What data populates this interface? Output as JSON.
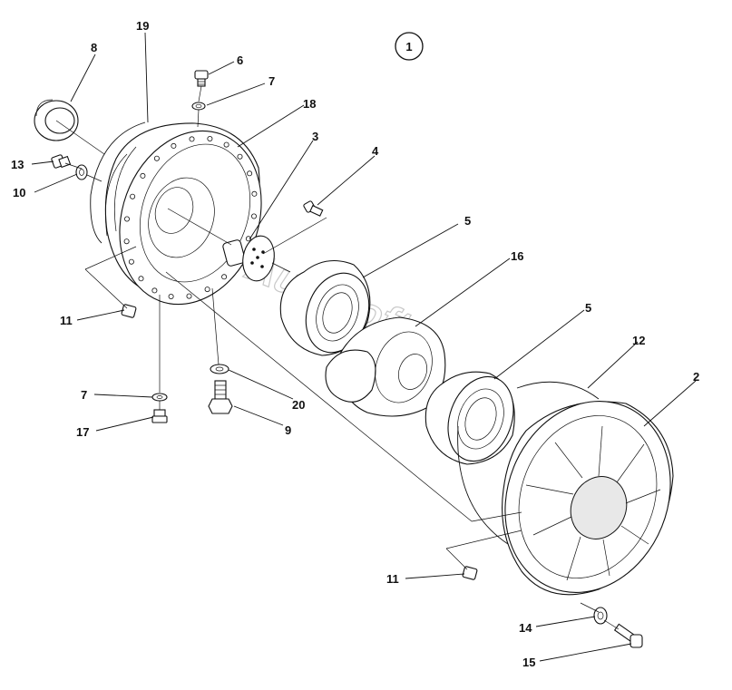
{
  "diagram": {
    "group_number": "1",
    "watermark": "Autosoft",
    "callouts": [
      {
        "id": "c19",
        "text": "19"
      },
      {
        "id": "c8",
        "text": "8"
      },
      {
        "id": "c6",
        "text": "6"
      },
      {
        "id": "c7a",
        "text": "7"
      },
      {
        "id": "c18",
        "text": "18"
      },
      {
        "id": "c3",
        "text": "3"
      },
      {
        "id": "c4",
        "text": "4"
      },
      {
        "id": "c13",
        "text": "13"
      },
      {
        "id": "c10",
        "text": "10"
      },
      {
        "id": "c5a",
        "text": "5"
      },
      {
        "id": "c16",
        "text": "16"
      },
      {
        "id": "c11a",
        "text": "11"
      },
      {
        "id": "c5b",
        "text": "5"
      },
      {
        "id": "c12",
        "text": "12"
      },
      {
        "id": "c2",
        "text": "2"
      },
      {
        "id": "c7b",
        "text": "7"
      },
      {
        "id": "c20",
        "text": "20"
      },
      {
        "id": "c17",
        "text": "17"
      },
      {
        "id": "c9",
        "text": "9"
      },
      {
        "id": "c11b",
        "text": "11"
      },
      {
        "id": "c14",
        "text": "14"
      },
      {
        "id": "c15",
        "text": "15"
      }
    ]
  }
}
